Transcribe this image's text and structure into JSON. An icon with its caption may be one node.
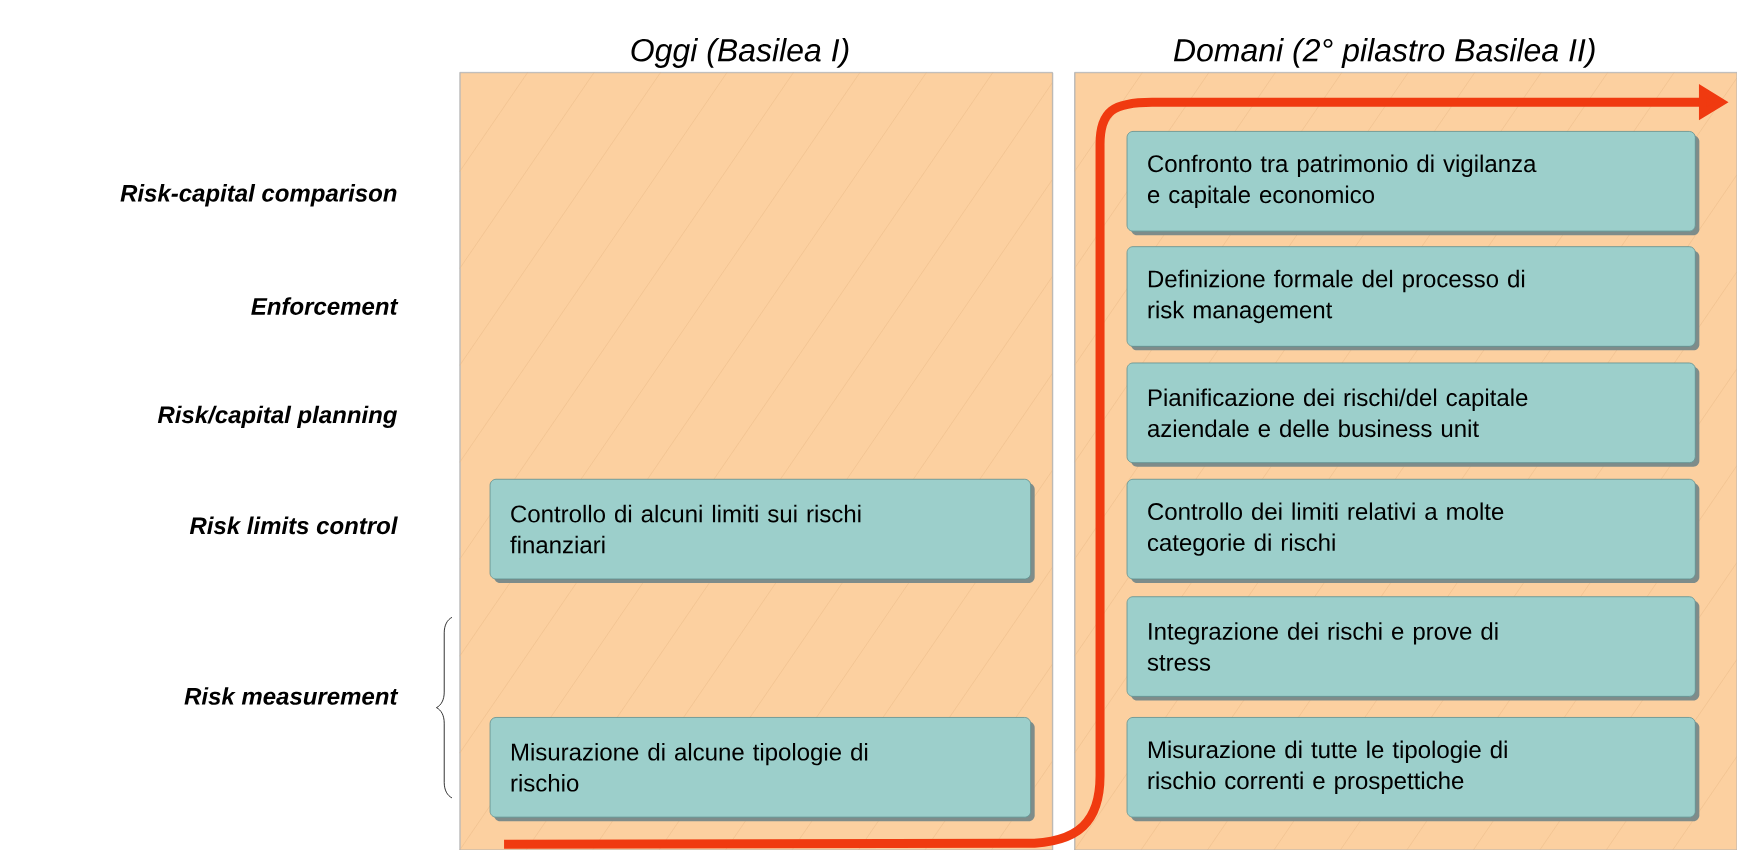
{
  "diagram": {
    "nodes": [
      {
        "text": [
          "Oggi (Basilea I)"
        ]
      },
      {
        "text": [
          "Controllo di alcuni limiti sui rischi finanziari"
        ],
        "in": 0
      },
      {
        "text": [
          "Misurazione di alcune tipologie di rischio"
        ],
        "in": 0
      },
      {
        "text": [
          "Domani (2° pilastro Basilea II)"
        ]
      },
      {
        "text": [
          "Confronto tra patrimonio di vigilanza e capitale economico"
        ],
        "in": 3
      },
      {
        "text": [
          "Definizione formale del processo di risk management"
        ],
        "in": 3
      },
      {
        "text": [
          "Pianificazione dei rischi/del capitale aziendale e delle business unit"
        ],
        "in": 3
      },
      {
        "text": [
          "Controllo dei limiti relativi a molte categorie di rischi"
        ],
        "in": 3
      },
      {
        "text": [
          "Integrazione dei rischi e prove di stress"
        ],
        "in": 3
      },
      {
        "text": [
          "Misurazione di tutte le tipologie di rischio correnti e prospettiche"
        ],
        "in": 3
      }
    ],
    "edges": [
      {
        "from": 0,
        "to": 3,
        "arrow": "to"
      }
    ],
    "labels": [
      "Risk-capital comparison",
      "Enforcement",
      "Risk/capital planning",
      "Risk limits control",
      "Risk measurement"
    ]
  }
}
